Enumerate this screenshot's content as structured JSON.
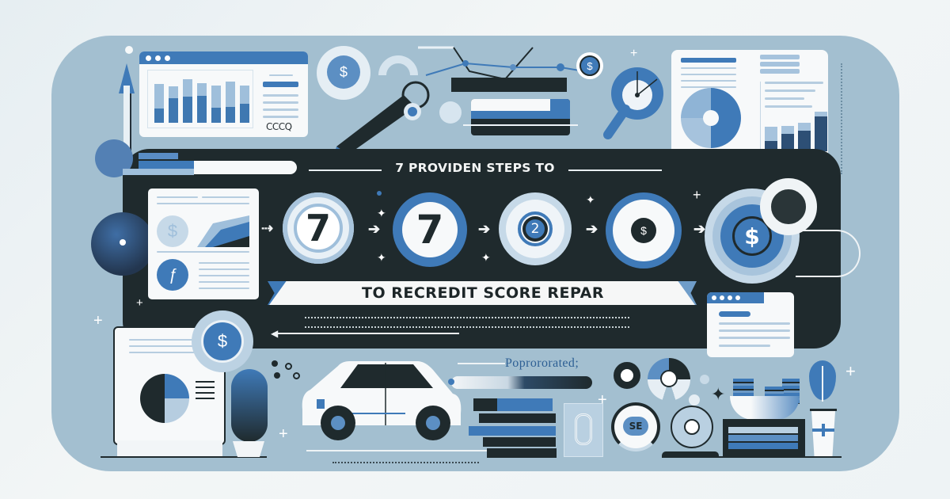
{
  "canvas": {
    "background": "#eef3f5",
    "card_color": "#a3bfd0",
    "panel_color": "#1f2a2d",
    "accent": "#3f7ab8",
    "light_accent": "#9fbfdb"
  },
  "header": {
    "title": "7 PROVIDEN STEPS TO"
  },
  "steps": [
    {
      "label": "7",
      "icon": "number-seven-badge"
    },
    {
      "label": "7",
      "icon": "number-seven-badge"
    },
    {
      "label": "2",
      "icon": "dial-badge"
    },
    {
      "label": "$",
      "icon": "dollar-badge"
    },
    {
      "label": "$",
      "icon": "dollar-target-badge"
    }
  ],
  "banner": {
    "text": "TO RECREDIT SCORE REPAR"
  },
  "caption": {
    "text": "Poprororated;"
  },
  "dashboard_window": {
    "label": "CCCQ",
    "bars": [
      {
        "total": 82,
        "fill": 30
      },
      {
        "total": 76,
        "fill": 52
      },
      {
        "total": 92,
        "fill": 55
      },
      {
        "total": 84,
        "fill": 56
      },
      {
        "total": 78,
        "fill": 32
      },
      {
        "total": 86,
        "fill": 34
      },
      {
        "total": 78,
        "fill": 40
      }
    ]
  },
  "report_bubble": {
    "bars": [
      {
        "total": 62,
        "fill": 26
      },
      {
        "total": 64,
        "fill": 44
      },
      {
        "total": 72,
        "fill": 52
      },
      {
        "total": 100,
        "fill": 88
      }
    ]
  },
  "badges": {
    "coin_top": "$",
    "coin_right": "$",
    "coin_left": "$",
    "disc_label": "SE"
  }
}
